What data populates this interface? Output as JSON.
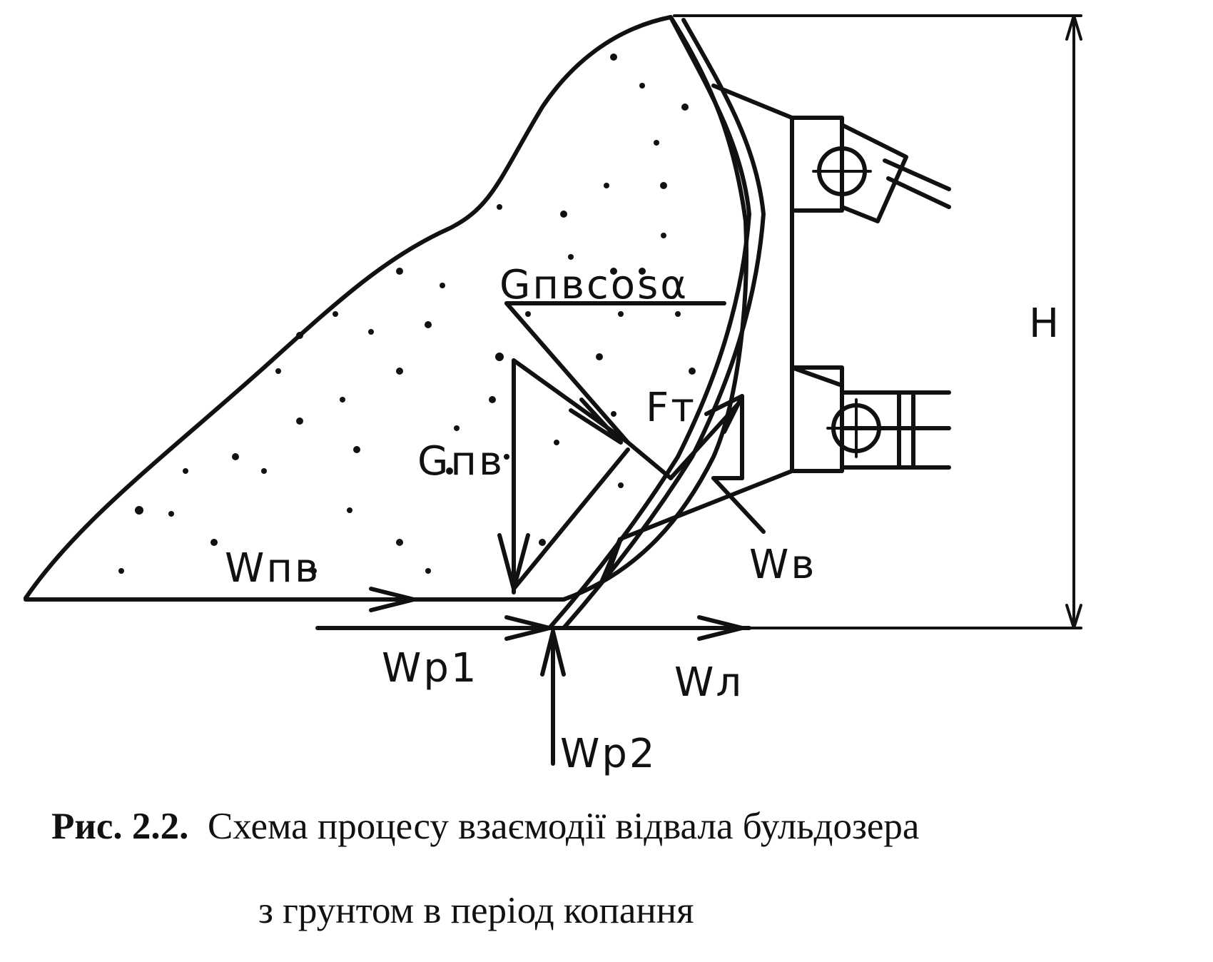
{
  "labels": {
    "g_pv_cos": "Gпвcosα",
    "g_pv": "Gпв",
    "f_t": "Fт",
    "w_pv": "Wпв",
    "w_v": "Wв",
    "w_p1": "Wр1",
    "w_l": "Wл",
    "w_p2": "Wр2",
    "height": "Н"
  },
  "caption": {
    "number": "Рис. 2.2.",
    "line1": "Схема процесу взаємодії відвала бульдозера",
    "line2": "з грунтом в період копання"
  }
}
